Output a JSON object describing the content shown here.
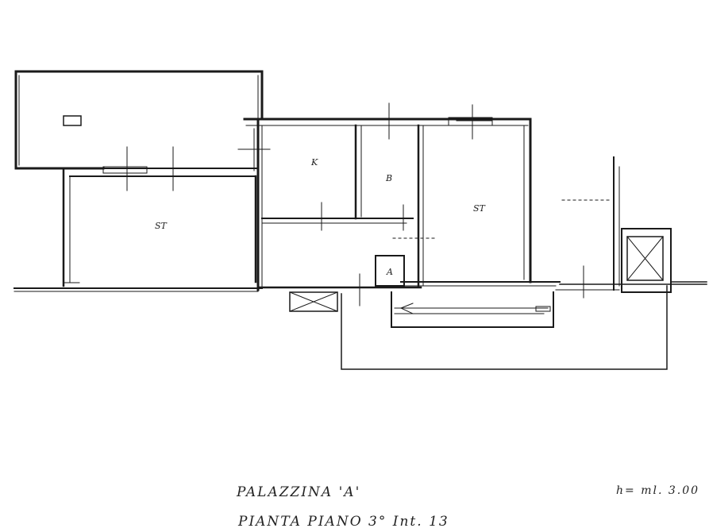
{
  "rooms": {
    "west_st": "ST",
    "kitchen": "K",
    "bath_b": "B",
    "east_st": "ST",
    "small_a": "A"
  },
  "title": {
    "building": "PALAZZINA 'A'",
    "plan": "PIANTA PIANO 3° Int. 13"
  },
  "height_note": "h= ml. 3.00"
}
